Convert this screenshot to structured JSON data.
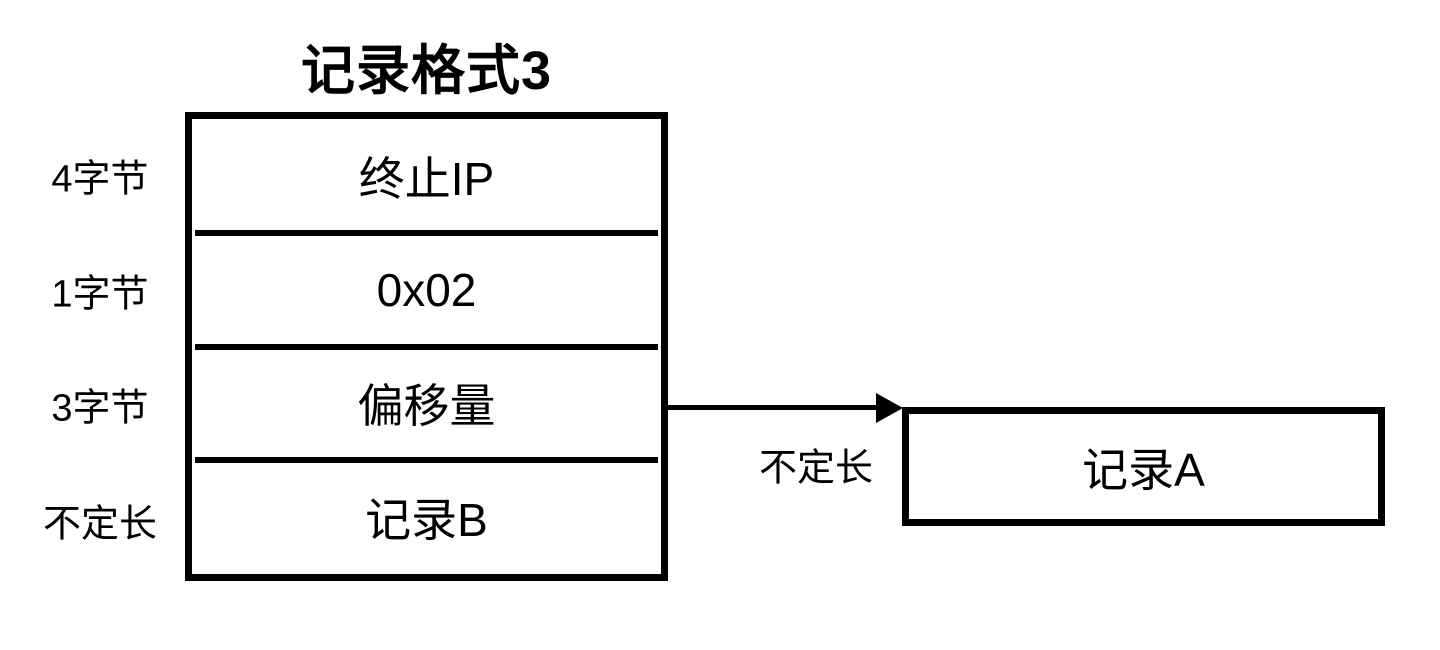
{
  "diagram": {
    "title": "记录格式3",
    "stack": {
      "rows": [
        {
          "size_label": "4字节",
          "field": "终止IP"
        },
        {
          "size_label": "1字节",
          "field": "0x02"
        },
        {
          "size_label": "3字节",
          "field": "偏移量"
        },
        {
          "size_label": "不定长",
          "field": "记录B"
        }
      ]
    },
    "arrow": {
      "label": "不定长",
      "from_field": "偏移量",
      "to_box": "记录A"
    },
    "target_box": {
      "label": "记录A"
    },
    "colors": {
      "line": "#000000",
      "text": "#000000",
      "background": "#ffffff"
    }
  }
}
